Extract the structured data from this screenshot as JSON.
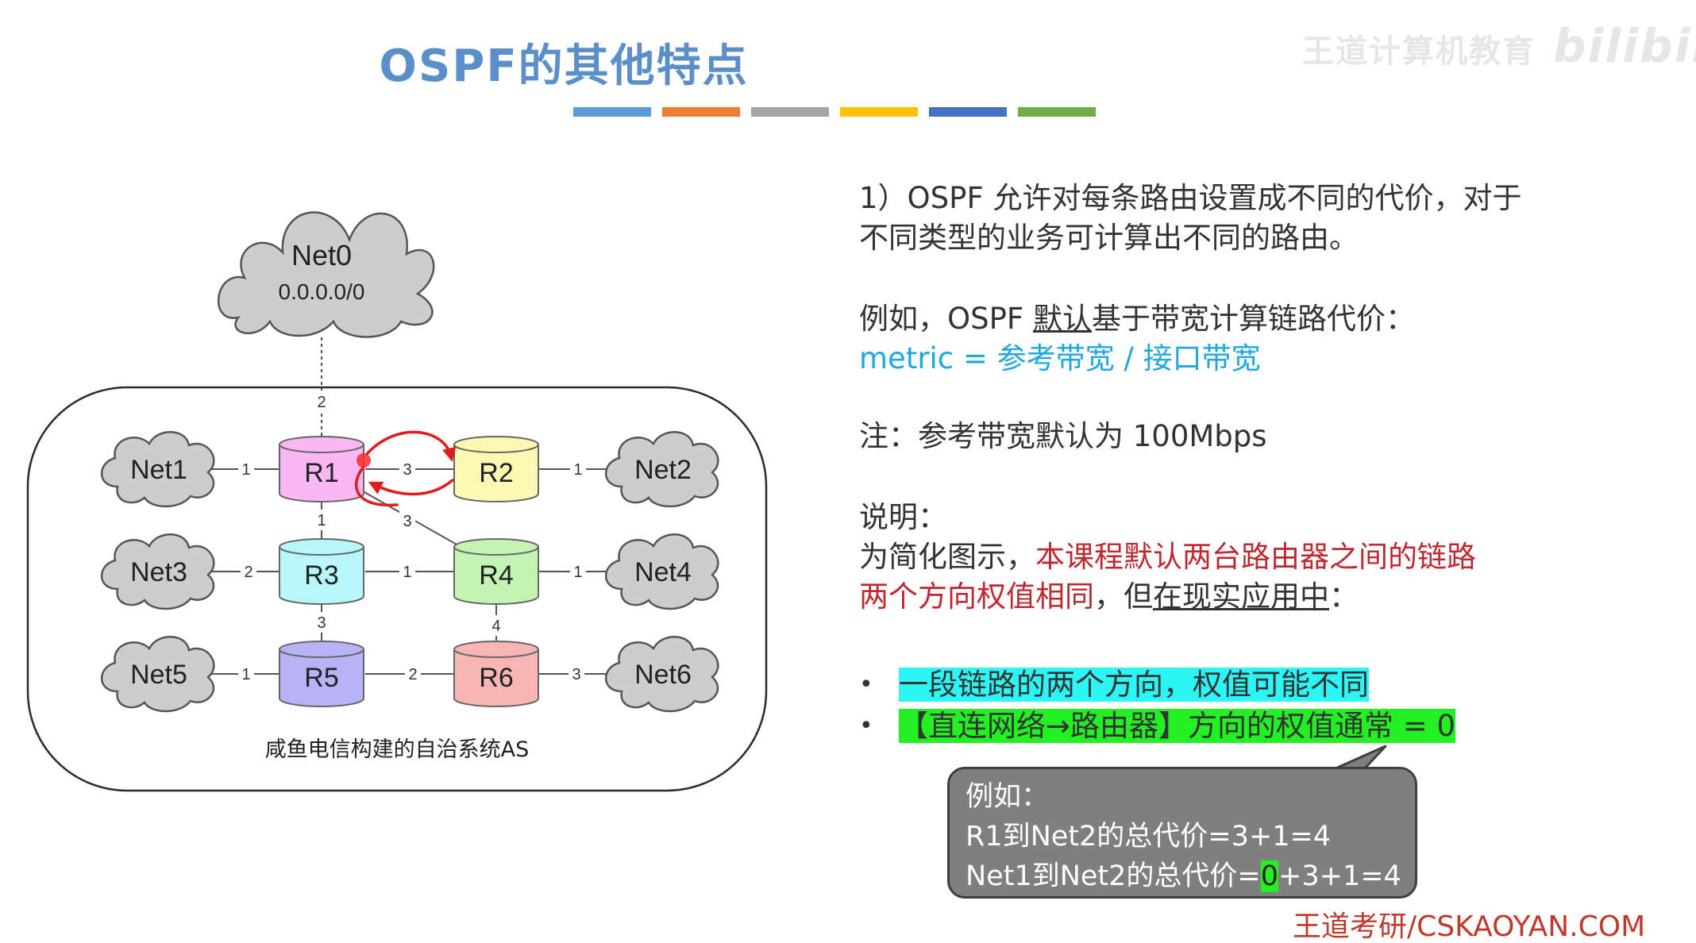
{
  "title": "OSPF的其他特点",
  "watermark": {
    "text": "王道计算机教育",
    "logo": "bilibili"
  },
  "footer": "王道考研/CSKAOYAN.COM",
  "color_bars": [
    "#5B9BD5",
    "#ED7D31",
    "#A5A5A5",
    "#FFC000",
    "#4472C4",
    "#70AD47"
  ],
  "diagram": {
    "as_label": "咸鱼电信构建的自治系统AS",
    "net0": {
      "name": "Net0",
      "addr": "0.0.0.0/0"
    },
    "clouds": [
      "Net1",
      "Net2",
      "Net3",
      "Net4",
      "Net5",
      "Net6"
    ],
    "routers": [
      {
        "name": "R1",
        "color": "#F9B7F3"
      },
      {
        "name": "R2",
        "color": "#FBF8B4"
      },
      {
        "name": "R3",
        "color": "#B7F7F9"
      },
      {
        "name": "R4",
        "color": "#C3F4B1"
      },
      {
        "name": "R5",
        "color": "#B6B4F7"
      },
      {
        "name": "R6",
        "color": "#F9B4B4"
      }
    ],
    "costs": {
      "net0_r1": "2",
      "net1_r1": "1",
      "r1_r2": "3",
      "r2_net2": "1",
      "r1_r3": "1",
      "r1_r4": "3",
      "net3_r3": "2",
      "r3_r4": "1",
      "r4_net4": "1",
      "r3_r5": "3",
      "r4_r6": "4",
      "net5_r5": "1",
      "r5_r6": "2",
      "r6_net6": "3"
    }
  },
  "text": {
    "p1_line1": "1）OSPF 允许对每条路由设置成不同的代价，对于",
    "p1_line2": "不同类型的业务可计算出不同的路由。",
    "p2_prefix": "例如，OSPF ",
    "p2_underline": "默认",
    "p2_suffix": "基于带宽计算链路代价：",
    "metric": "metric = 参考带宽 / 接口带宽",
    "note": "注：参考带宽默认为 100Mbps",
    "explain_title": "说明：",
    "explain_l1_black": "为简化图示，",
    "explain_l1_red": "本课程默认两台路由器之间的链路",
    "explain_l2_red": "两个方向权值相同",
    "explain_l2_black": "，但",
    "explain_l2_underline": "在现实应用中",
    "explain_l2_end": "："
  },
  "bullets": {
    "symbol": "•",
    "item1": "一段链路的两个方向，权值可能不同",
    "item2": "【直连网络→路由器】方向的权值通常 = 0"
  },
  "callout": {
    "line1": "例如：",
    "line2": "R1到Net2的总代价=3+1=4",
    "line3_prefix": "Net1到Net2的总代价=",
    "line3_hl": "0",
    "line3_suffix": "+3+1=4"
  }
}
